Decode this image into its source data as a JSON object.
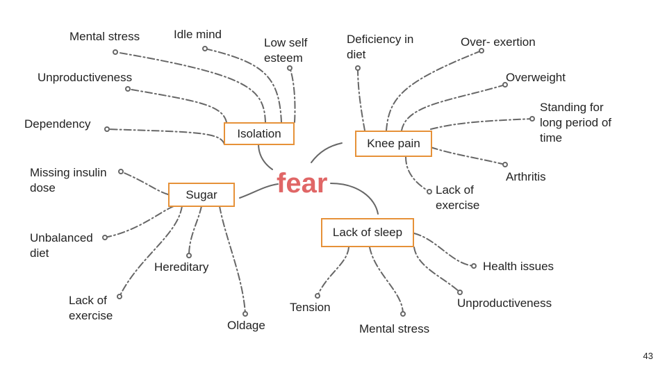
{
  "center": "fear",
  "page_number": "43",
  "colors": {
    "accent": "#e06666",
    "box_border": "#e69138",
    "line": "#666666"
  },
  "branches": {
    "isolation": {
      "label": "Isolation",
      "causes": [
        "Mental stress",
        "Idle mind",
        "Low self\nesteem",
        "Unproductiveness",
        "Dependency"
      ]
    },
    "knee_pain": {
      "label": "Knee pain",
      "causes": [
        "Deficiency in\ndiet",
        "Over- exertion",
        "Overweight",
        "Standing for\nlong period of\ntime",
        "Arthritis",
        "Lack of\nexercise"
      ]
    },
    "sugar": {
      "label": "Sugar",
      "causes": [
        "Missing insulin\ndose",
        "Unbalanced\ndiet",
        "Hereditary",
        "Lack of\nexercise",
        "Oldage"
      ]
    },
    "lack_of_sleep": {
      "label": "Lack of sleep",
      "causes": [
        "Health issues",
        "Unproductiveness",
        "Tension",
        "Mental stress"
      ]
    }
  }
}
